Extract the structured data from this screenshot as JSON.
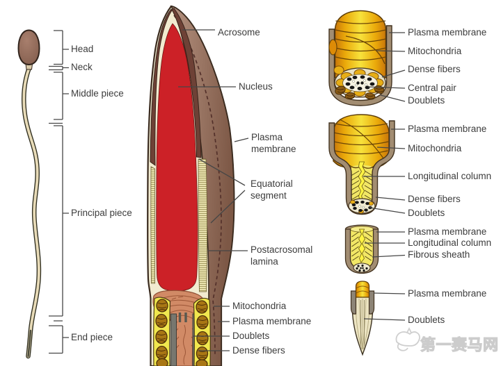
{
  "colors": {
    "nucleus_red": "#cc2127",
    "acrosome_brown": "#6e4136",
    "head_exterior_light": "#b59280",
    "head_exterior_dark": "#7d5846",
    "cream": "#f2ebd0",
    "pale_lamina": "#e9e2ae",
    "gold_bright": "#f7e23c",
    "gold_orange": "#c8750a",
    "tube_gray": "#a28d72",
    "connecting_pink": "#d18a66",
    "band_yellow": "#f1e74e",
    "outline_dark": "#3a2b1f",
    "label_text": "#3c3c3c",
    "watermark_gray": "#cccccc"
  },
  "left_panel": {
    "labels": [
      "Head",
      "Neck",
      "Middle piece",
      "Principal piece",
      "End piece"
    ]
  },
  "center_panel": {
    "labels": [
      "Acrosome",
      "Nucleus",
      "Plasma\nmembrane",
      "Equatorial\nsegment",
      "Postacrosomal\nlamina",
      "Mitochondria",
      "Plasma membrane",
      "Doublets",
      "Dense fibers"
    ]
  },
  "right_panel": {
    "sections": [
      {
        "labels": [
          "Plasma membrane",
          "Mitochondria",
          "Dense fibers",
          "Central pair",
          "Doublets"
        ]
      },
      {
        "labels": [
          "Plasma membrane",
          "Mitochondria",
          "Longitudinal column",
          "Dense fibers",
          "Doublets"
        ]
      },
      {
        "labels": [
          "Plasma membrane",
          "Longitudinal column",
          "Fibrous sheath"
        ]
      },
      {
        "labels": [
          "Plasma membrane",
          "Doublets"
        ]
      }
    ]
  },
  "watermark": {
    "text": "第一赛马网",
    "logo": "horse-icon"
  }
}
